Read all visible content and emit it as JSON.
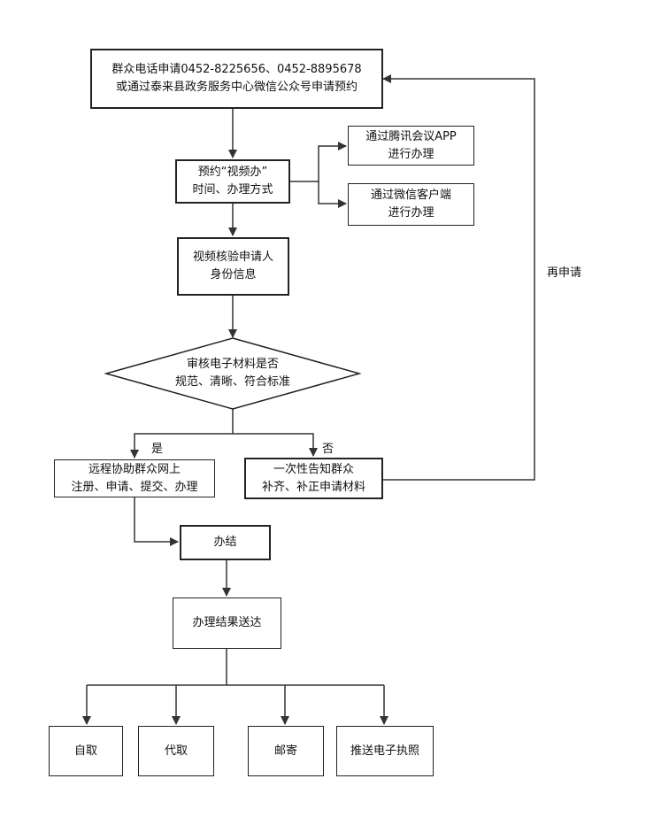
{
  "nodes": {
    "apply": [
      "群众电话申请0452-8225656、0452-8895678",
      "或通过泰来县政务服务中心微信公众号申请预约"
    ],
    "book": [
      "预约“视频办”",
      "时间、办理方式"
    ],
    "tencent": [
      "通过腾讯会议APP",
      "进行办理"
    ],
    "wechat": [
      "通过微信客户端",
      "进行办理"
    ],
    "verify": [
      "视频核验申请人",
      "身份信息"
    ],
    "review": [
      "审核电子材料是否",
      "规范、清晰、符合标准"
    ],
    "remote": [
      "远程协助群众网上",
      "注册、申请、提交、办理"
    ],
    "notify": [
      "一次性告知群众",
      "补齐、补正申请材料"
    ],
    "done": "办结",
    "deliver": "办理结果送达",
    "self_pickup": "自取",
    "proxy_pickup": "代取",
    "mail": "邮寄",
    "e_license": "推送电子执照"
  },
  "labels": {
    "yes": "是",
    "no": "否",
    "reapply": "再申请"
  }
}
